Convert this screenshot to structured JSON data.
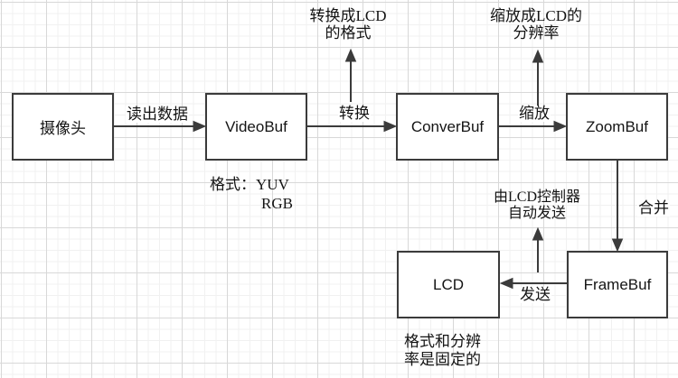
{
  "diagram": {
    "nodes": [
      {
        "id": "camera",
        "label": "摄像头"
      },
      {
        "id": "videobuf",
        "label": "VideoBuf"
      },
      {
        "id": "converbuf",
        "label": "ConverBuf"
      },
      {
        "id": "zoombuf",
        "label": "ZoomBuf"
      },
      {
        "id": "lcd",
        "label": "LCD"
      },
      {
        "id": "framebuf",
        "label": "FrameBuf"
      }
    ],
    "edges": [
      {
        "from": "camera",
        "to": "videobuf",
        "label": "读出数据"
      },
      {
        "from": "videobuf",
        "to": "converbuf",
        "label": "转换"
      },
      {
        "from": "converbuf",
        "to": "zoombuf",
        "label": "缩放"
      },
      {
        "from": "zoombuf",
        "to": "framebuf",
        "label": "合并"
      },
      {
        "from": "framebuf",
        "to": "lcd",
        "label": "发送"
      }
    ],
    "annotations": [
      {
        "id": "convert-note",
        "lines": [
          "转换成LCD",
          "的格式"
        ]
      },
      {
        "id": "zoomres-note",
        "lines": [
          "缩放成LCD的",
          "分辨率"
        ]
      },
      {
        "id": "format-note",
        "lines": [
          "格式：YUV",
          "RGB"
        ]
      },
      {
        "id": "lcd-ctrl-note",
        "lines": [
          "由LCD控制器",
          "自动发送"
        ]
      },
      {
        "id": "fixed-note",
        "lines": [
          "格式和分辨",
          "率是固定的"
        ]
      }
    ],
    "colors": {
      "stroke": "#3b3b3b",
      "text": "#141414",
      "node_fill": "#ffffff",
      "grid_minor": "#f1f1f1",
      "grid_major": "#d8d8d8",
      "background": "#ffffff"
    }
  }
}
